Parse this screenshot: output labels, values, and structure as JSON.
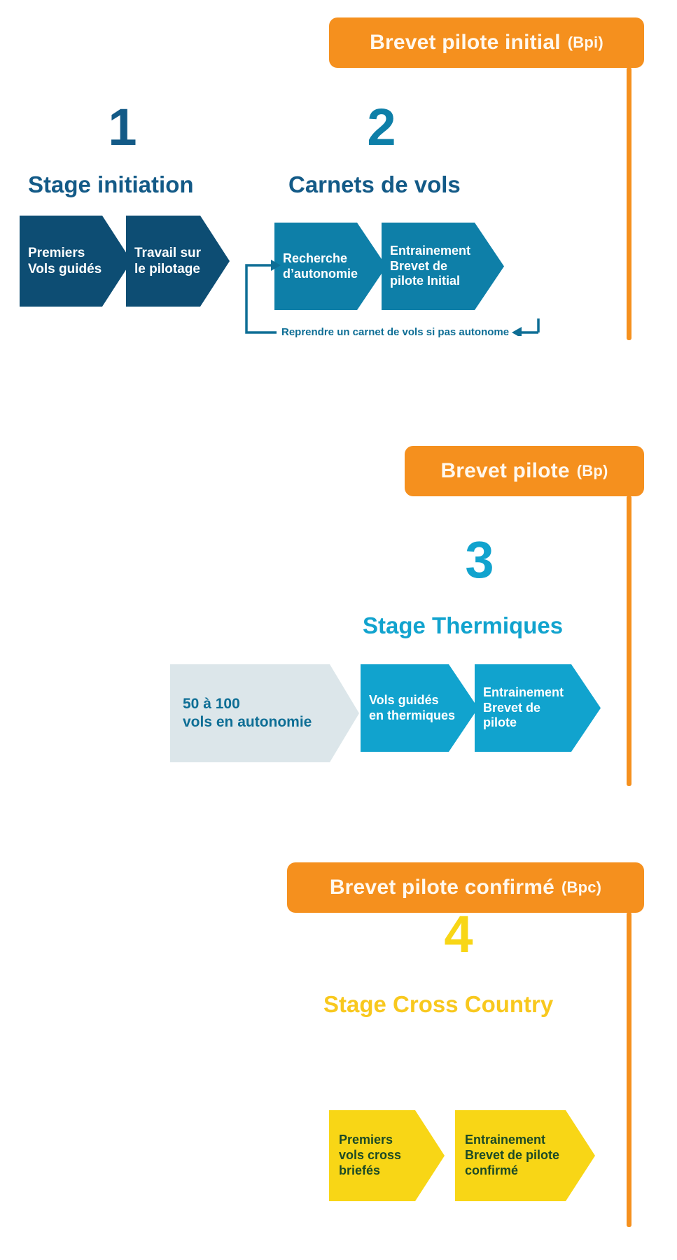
{
  "colors": {
    "orange": "#F5901E",
    "navy": "#0D4D73",
    "teal": "#0E7FA8",
    "cyan": "#11A3CE",
    "grey": "#DCE6EA",
    "yellow": "#F8D616",
    "dark_green": "#1C4A26",
    "heading_navy": "#135A87",
    "heading_cyan": "#11A3CE"
  },
  "badges": [
    {
      "main": "Brevet pilote initial",
      "abbr": "(Bpi)"
    },
    {
      "main": "Brevet pilote",
      "abbr": "(Bp)"
    },
    {
      "main": "Brevet pilote confirmé",
      "abbr": "(Bpc)"
    }
  ],
  "sections": [
    {
      "number": "1",
      "heading": "Stage initiation",
      "arrows": [
        {
          "text": "Premiers\nVols guidés",
          "style": "navy"
        },
        {
          "text": "Travail sur\nle pilotage",
          "style": "navy"
        }
      ]
    },
    {
      "number": "2",
      "heading": "Carnets de vols",
      "arrows": [
        {
          "text": "Recherche\nd’autonomie",
          "style": "teal"
        },
        {
          "text": "Entrainement\nBrevet de\npilote Initial",
          "style": "teal"
        }
      ],
      "loop_label": "Reprendre un carnet de vols si pas autonome"
    },
    {
      "number": "3",
      "heading": "Stage Thermiques",
      "arrows": [
        {
          "text": "50 à 100\nvols en autonomie",
          "style": "grey"
        },
        {
          "text": "Vols guidés\nen thermiques",
          "style": "cyan"
        },
        {
          "text": "Entrainement\nBrevet de\npilote",
          "style": "cyan"
        }
      ]
    },
    {
      "number": "4",
      "heading": "Stage Cross Country",
      "arrows": [
        {
          "text": "Premiers\nvols cross\nbriefés",
          "style": "yellow"
        },
        {
          "text": "Entrainement\nBrevet de pilote\nconfirmé",
          "style": "yellow"
        }
      ]
    }
  ]
}
